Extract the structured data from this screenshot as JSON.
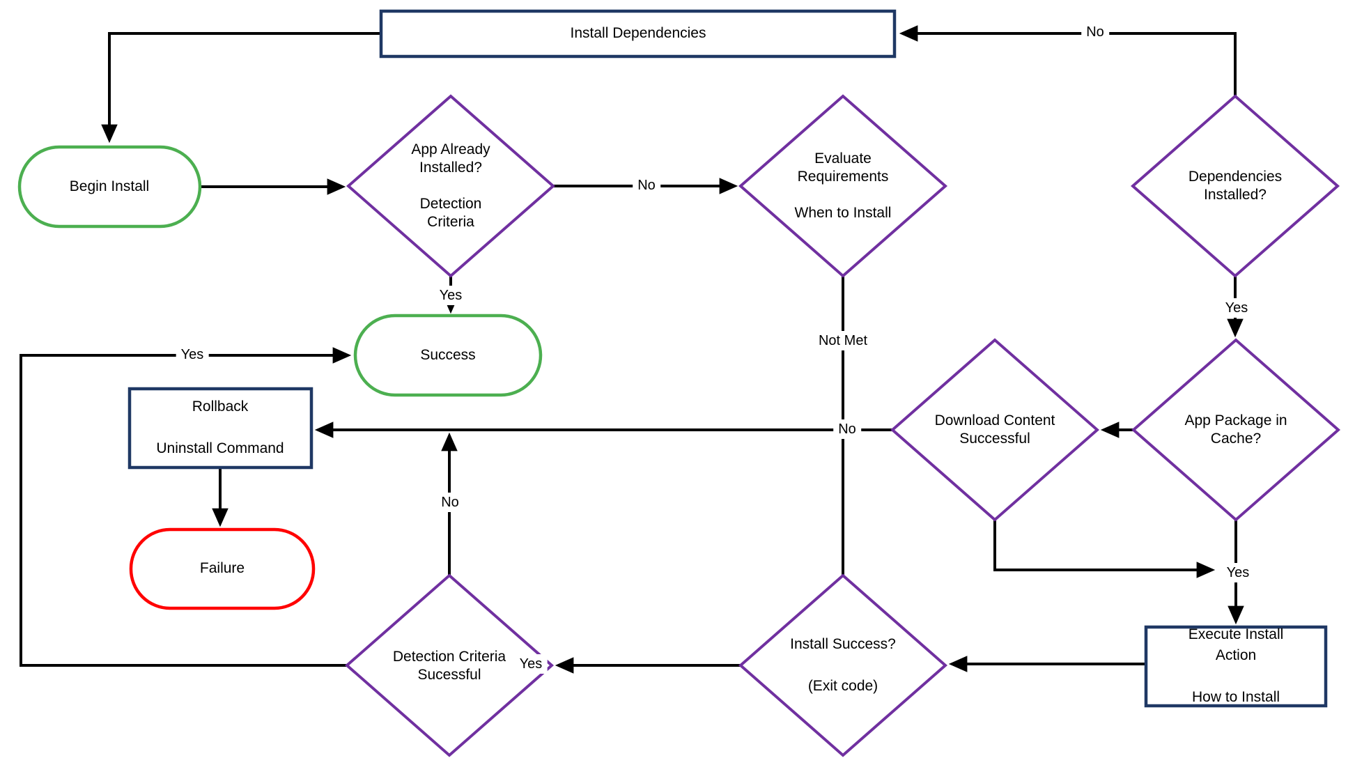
{
  "diagram": {
    "type": "flowchart",
    "colors": {
      "terminal_success": "#4CAF50",
      "terminal_failure": "#FF0000",
      "process": "#1F3864",
      "decision": "#7030A0",
      "connector": "#000000",
      "text": "#000000",
      "background": "#FFFFFF"
    },
    "nodes": [
      {
        "id": "begin-install",
        "type": "terminal",
        "label": "Begin Install"
      },
      {
        "id": "install-dependencies",
        "type": "process",
        "label": "Install Dependencies"
      },
      {
        "id": "app-already-installed",
        "type": "decision",
        "label": "App Already\nInstalled?\n\nDetection\nCriteria"
      },
      {
        "id": "evaluate-requirements",
        "type": "decision",
        "label": "Evaluate\nRequirements\n\nWhen to Install"
      },
      {
        "id": "dependencies-installed",
        "type": "decision",
        "label": "Dependencies\nInstalled?"
      },
      {
        "id": "success",
        "type": "terminal",
        "label": "Success"
      },
      {
        "id": "rollback",
        "type": "process",
        "label": "Rollback\n\nUninstall Command"
      },
      {
        "id": "failure",
        "type": "terminal",
        "label": "Failure"
      },
      {
        "id": "download-content-successful",
        "type": "decision",
        "label": "Download Content\nSuccessful"
      },
      {
        "id": "app-package-in-cache",
        "type": "decision",
        "label": "App Package in\nCache?"
      },
      {
        "id": "detection-criteria-successful",
        "type": "decision",
        "label": "Detection Criteria\nSucessful"
      },
      {
        "id": "install-success",
        "type": "decision",
        "label": "Install Success?\n\n(Exit code)"
      },
      {
        "id": "execute-install-action",
        "type": "process",
        "label": "Execute Install Action\n\nHow to Install"
      }
    ],
    "edges": [
      {
        "from": "begin-install",
        "to": "app-already-installed"
      },
      {
        "from": "install-dependencies",
        "to": "begin-install"
      },
      {
        "from": "app-already-installed",
        "to": "success",
        "label": "Yes"
      },
      {
        "from": "app-already-installed",
        "to": "evaluate-requirements",
        "label": "No"
      },
      {
        "from": "evaluate-requirements",
        "to": "rollback",
        "label": "Not Met"
      },
      {
        "from": "dependencies-installed",
        "to": "install-dependencies",
        "label": "No"
      },
      {
        "from": "dependencies-installed",
        "to": "app-package-in-cache",
        "label": "Yes"
      },
      {
        "from": "app-package-in-cache",
        "to": "download-content-successful"
      },
      {
        "from": "app-package-in-cache",
        "to": "execute-install-action",
        "label": "Yes"
      },
      {
        "from": "download-content-successful",
        "to": "execute-install-action"
      },
      {
        "from": "download-content-successful",
        "to": "rollback",
        "label": "No"
      },
      {
        "from": "execute-install-action",
        "to": "install-success"
      },
      {
        "from": "install-success",
        "to": "detection-criteria-successful",
        "label": "Yes"
      },
      {
        "from": "install-success",
        "to": "rollback",
        "label": "No"
      },
      {
        "from": "detection-criteria-successful",
        "to": "success",
        "label": "Yes"
      },
      {
        "from": "detection-criteria-successful",
        "to": "rollback",
        "label": "No"
      },
      {
        "from": "rollback",
        "to": "failure"
      }
    ]
  }
}
